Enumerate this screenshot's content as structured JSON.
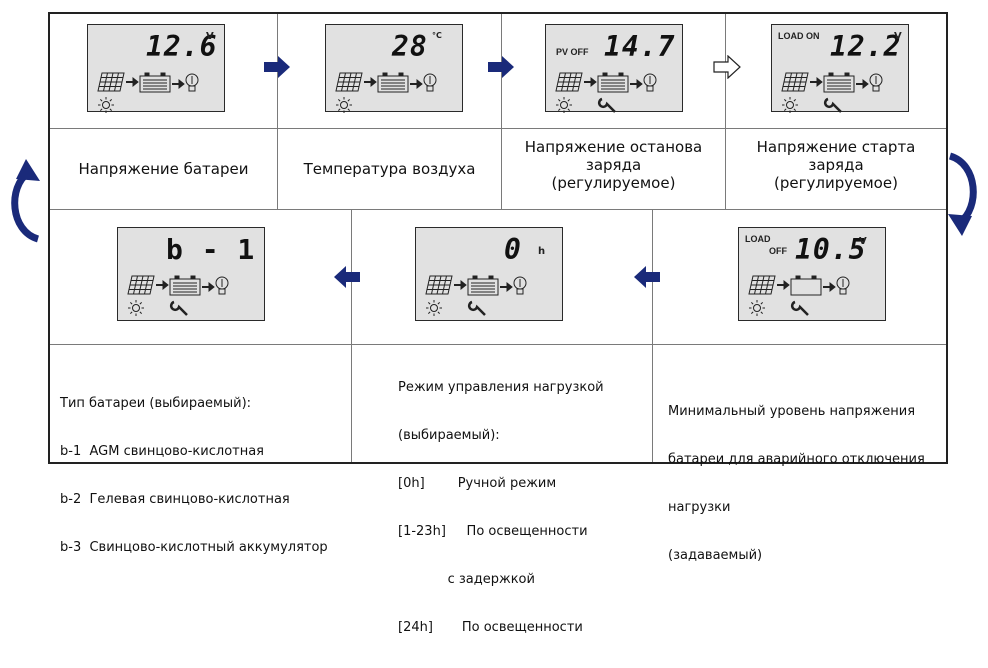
{
  "panels": {
    "p1": {
      "value": "12.6",
      "unit": "V",
      "caption": "Напряжение батареи"
    },
    "p2": {
      "value": "28",
      "unit": "°C",
      "caption": "Температура воздуха"
    },
    "p3": {
      "value": "14.7",
      "tag": "PV OFF",
      "caption_l1": "Напряжение останова",
      "caption_l2": "заряда",
      "caption_l3": "(регулируемое)"
    },
    "p4": {
      "value": "12.2",
      "unit": "V",
      "tag": "LOAD ON",
      "caption_l1": "Напряжение старта",
      "caption_l2": "заряда",
      "caption_l3": "(регулируемое)"
    },
    "p5": {
      "value": "b - 1",
      "desc": [
        "Тип батареи (выбираемый):",
        "b-1  AGM свинцово-кислотная",
        "b-2  Гелевая свинцово-кислотная",
        "b-3  Свинцово-кислотный аккумулятор"
      ]
    },
    "p6": {
      "value": "0",
      "unit": "h",
      "desc": [
        "Режим управления нагрузкой",
        "(выбираемый):",
        "[0h]        Ручной режим",
        "[1-23h]     По освещенности",
        "            с задержкой",
        "[24h]       По освещенности"
      ]
    },
    "p7": {
      "value": "10.5",
      "unit": "V",
      "tag1": "LOAD",
      "tag2": "OFF",
      "desc": [
        "Минимальный уровень напряжения",
        "батареи для аварийного отключения",
        "нагрузки",
        "(задаваемый)"
      ]
    }
  },
  "colors": {
    "arrow": "#1a2a7a",
    "lcd_bg": "#e1e1e1"
  }
}
